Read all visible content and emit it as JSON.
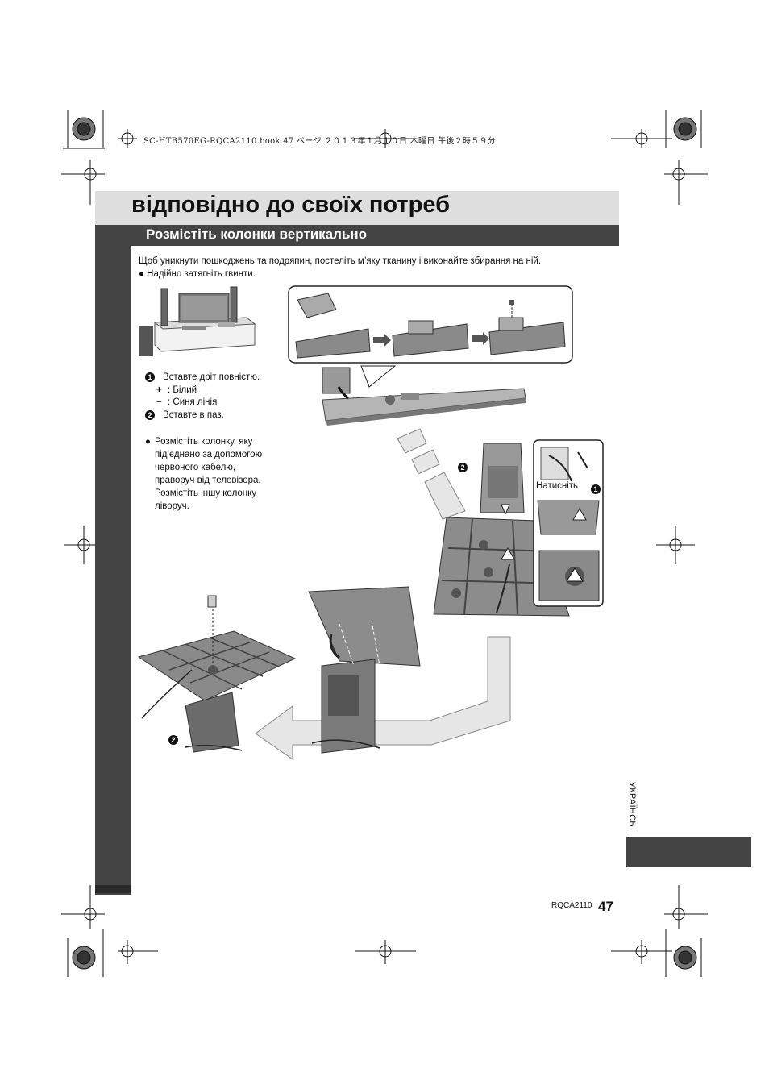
{
  "print_header": "SC-HTB570EG-RQCA2110.book  47 ページ  ２０１３年１月１０日  木曜日  午後２時５９分",
  "title": "відповідно до своїх потреб",
  "subtitle": "Розмістіть колонки вертикально",
  "intro": {
    "line1": "Щоб уникнути пошкоджень та подряпин, постеліть м’яку тканину і виконайте збирання на ній.",
    "line2": "● Надійно затягніть гвинти."
  },
  "steps": {
    "step1_num": "1",
    "step1_text": "Вставте дріт повністю.",
    "plus_symbol": "+",
    "plus_text": ": Білий",
    "minus_symbol": "−",
    "minus_text": ": Синя лінія",
    "step2_num": "2",
    "step2_text": "Вставте в паз."
  },
  "note": {
    "bullet": "●",
    "line1": "Розмістіть колонку, яку",
    "line2": "під’єднано за допомогою",
    "line3": "червоного кабелю,",
    "line4": "праворуч від телевізора.",
    "line5": "Розмістіть іншу колонку",
    "line6": "ліворуч."
  },
  "diagram_labels": {
    "press": "Натисніть",
    "callout_1": "1",
    "callout_2_top": "2",
    "callout_2_bottom": "2"
  },
  "side_label": "УКРАЇНСЬ",
  "doc_code": "RQCA2110",
  "page_number": "47",
  "colors": {
    "dark_bar": "#444444",
    "title_band": "#dedede",
    "panel_gray": "#8a8a8a",
    "arrow_fill": "#e6e6e6"
  }
}
